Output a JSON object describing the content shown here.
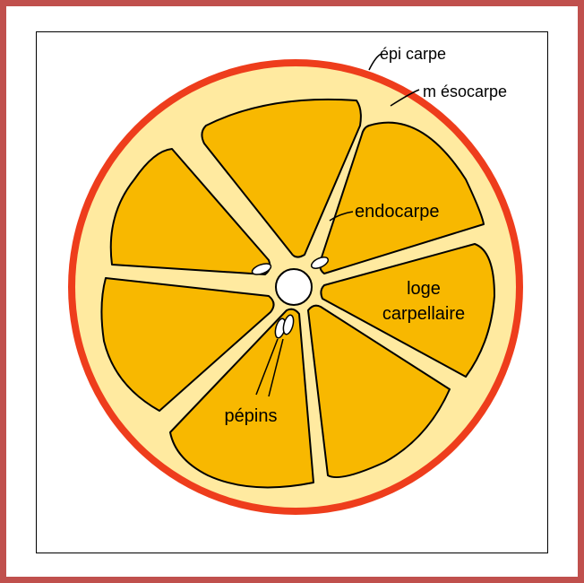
{
  "diagram": {
    "labels": {
      "epicarpe": "épi carpe",
      "mesocarpe": "m ésocarpe",
      "endocarpe": "endocarpe",
      "loge_line1": "loge",
      "loge_line2": "carpellaire",
      "pepins": "pépins"
    },
    "colors": {
      "frame": "#c0504d",
      "epicarp": "#ee3d1c",
      "mesocarp": "#ffeaa0",
      "segment": "#f8b800",
      "center": "#ffffff"
    }
  }
}
